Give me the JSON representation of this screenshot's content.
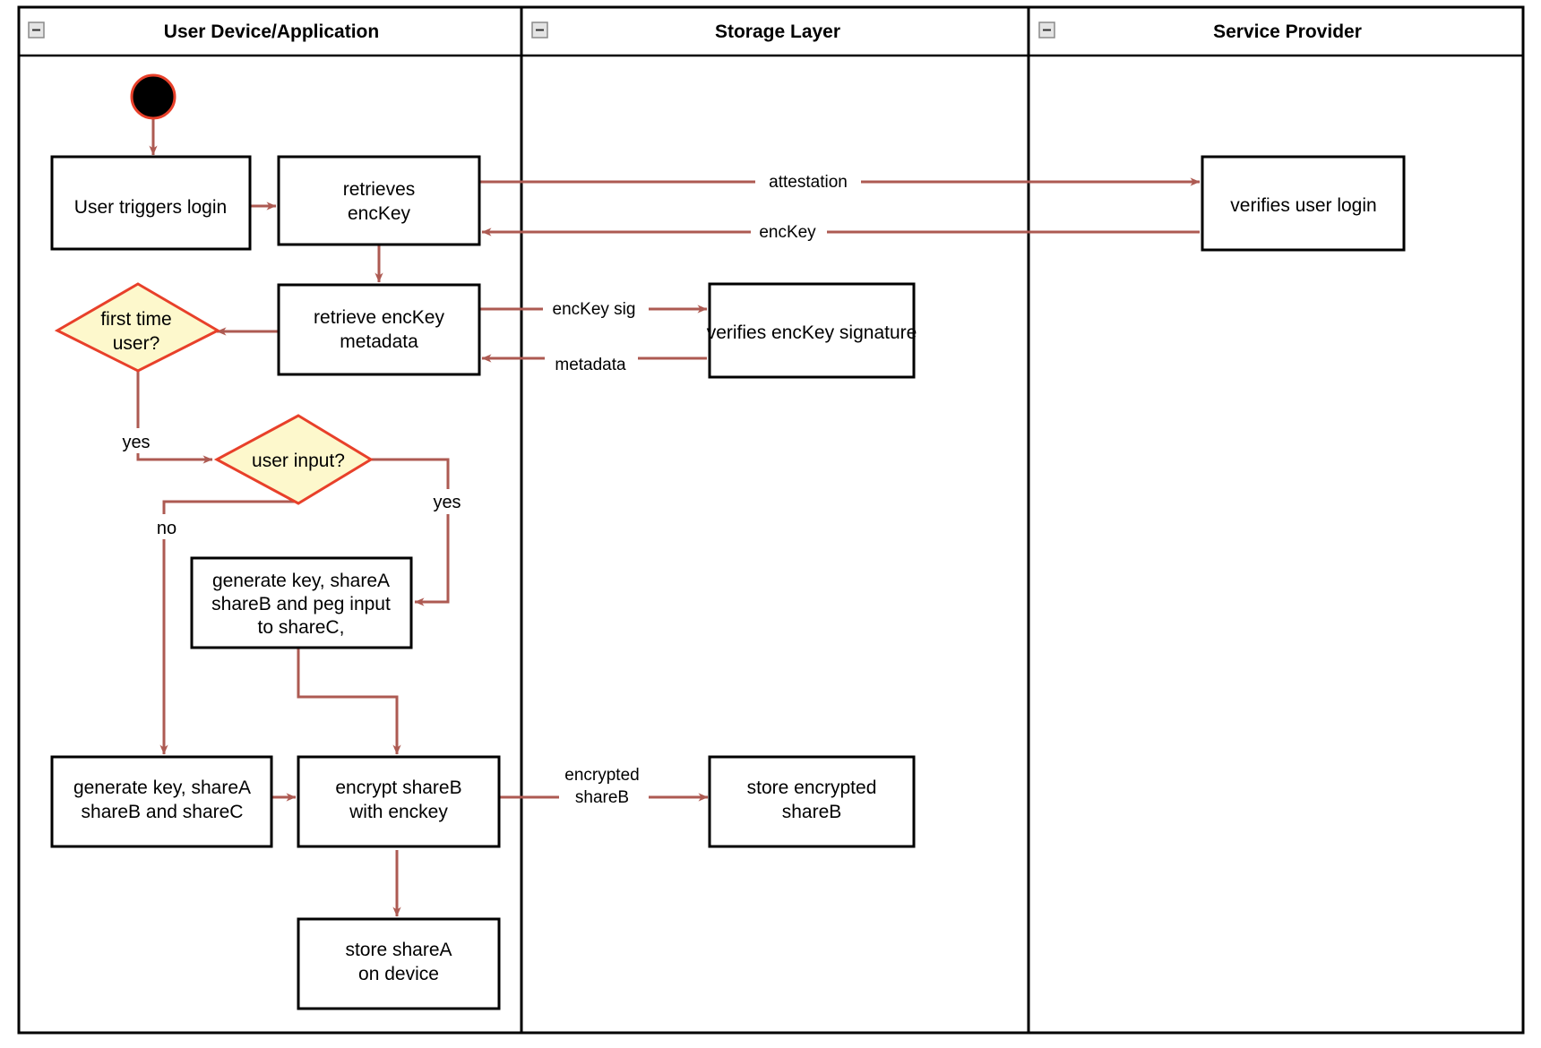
{
  "diagram": {
    "type": "uml-activity-swimlane",
    "title": "",
    "colors": {
      "flow_arrow": "#ad5a52",
      "decision_fill": "#fdf8cc",
      "decision_border": "#e8402a",
      "box_fill": "#ffffff",
      "box_border": "#000000",
      "start_node_fill": "#000000",
      "start_node_border": "#e8402a",
      "lane_border": "#000000",
      "collapse_icon_fill": "#e4e4e4"
    },
    "lanes": [
      {
        "id": "user-device",
        "label": "User Device/Application",
        "collapse_icon": "minus-icon"
      },
      {
        "id": "storage-layer",
        "label": "Storage Layer",
        "collapse_icon": "minus-icon"
      },
      {
        "id": "service-provider",
        "label": "Service Provider",
        "collapse_icon": "minus-icon"
      }
    ],
    "nodes": [
      {
        "id": "start",
        "lane": "user-device",
        "kind": "initial-node",
        "label": ""
      },
      {
        "id": "user-triggers-login",
        "lane": "user-device",
        "kind": "action",
        "label": "User triggers login",
        "lines": [
          "User triggers login"
        ]
      },
      {
        "id": "retrieves-enckey",
        "lane": "user-device",
        "kind": "action",
        "label": "retrieves encKey",
        "lines": [
          "retrieves",
          "encKey"
        ]
      },
      {
        "id": "retrieve-enckey-metadata",
        "lane": "user-device",
        "kind": "action",
        "label": "retrieve encKey metadata",
        "lines": [
          "retrieve encKey",
          "metadata"
        ]
      },
      {
        "id": "first-time-user",
        "lane": "user-device",
        "kind": "decision",
        "label": "first time user?",
        "lines": [
          "first time",
          "user?"
        ]
      },
      {
        "id": "user-input",
        "lane": "user-device",
        "kind": "decision",
        "label": "user input?",
        "lines": [
          "user input?"
        ]
      },
      {
        "id": "generate-peg",
        "lane": "user-device",
        "kind": "action",
        "label": "generate key, shareA shareB and peg input to shareC,",
        "lines": [
          "generate key, shareA",
          "shareB and peg input",
          "to shareC,"
        ]
      },
      {
        "id": "generate-shares",
        "lane": "user-device",
        "kind": "action",
        "label": "generate key, shareA shareB and shareC",
        "lines": [
          "generate key, shareA",
          "shareB and shareC"
        ]
      },
      {
        "id": "encrypt-shareb",
        "lane": "user-device",
        "kind": "action",
        "label": "encrypt shareB with enckey",
        "lines": [
          "encrypt shareB",
          "with enckey"
        ]
      },
      {
        "id": "store-sharea",
        "lane": "user-device",
        "kind": "action",
        "label": "store shareA on device",
        "lines": [
          "store shareA",
          "on device"
        ]
      },
      {
        "id": "verifies-enckey-signature",
        "lane": "storage-layer",
        "kind": "action",
        "label": "verifies encKey signature",
        "lines": [
          "verifies encKey signature"
        ]
      },
      {
        "id": "store-encrypted-shareb",
        "lane": "storage-layer",
        "kind": "action",
        "label": "store encrypted shareB",
        "lines": [
          "store encrypted",
          "shareB"
        ]
      },
      {
        "id": "verifies-user-login",
        "lane": "service-provider",
        "kind": "action",
        "label": "verifies user login",
        "lines": [
          "verifies user login"
        ]
      }
    ],
    "edges": [
      {
        "from": "start",
        "to": "user-triggers-login",
        "label": ""
      },
      {
        "from": "user-triggers-login",
        "to": "retrieves-enckey",
        "label": ""
      },
      {
        "from": "retrieves-enckey",
        "to": "verifies-user-login",
        "label": "attestation"
      },
      {
        "from": "verifies-user-login",
        "to": "retrieves-enckey",
        "label": "encKey"
      },
      {
        "from": "retrieves-enckey",
        "to": "retrieve-enckey-metadata",
        "label": ""
      },
      {
        "from": "retrieve-enckey-metadata",
        "to": "verifies-enckey-signature",
        "label": "encKey sig"
      },
      {
        "from": "verifies-enckey-signature",
        "to": "retrieve-enckey-metadata",
        "label": "metadata"
      },
      {
        "from": "retrieve-enckey-metadata",
        "to": "first-time-user",
        "label": ""
      },
      {
        "from": "first-time-user",
        "to": "user-input",
        "label": "yes"
      },
      {
        "from": "user-input",
        "to": "generate-shares",
        "label": "no"
      },
      {
        "from": "user-input",
        "to": "generate-peg",
        "label": "yes"
      },
      {
        "from": "generate-peg",
        "to": "encrypt-shareb",
        "label": ""
      },
      {
        "from": "generate-shares",
        "to": "encrypt-shareb",
        "label": ""
      },
      {
        "from": "encrypt-shareb",
        "to": "store-encrypted-shareb",
        "label": "encrypted shareB",
        "label_lines": [
          "encrypted",
          "shareB"
        ]
      },
      {
        "from": "encrypt-shareb",
        "to": "store-sharea",
        "label": ""
      }
    ],
    "edge_labels": {
      "attestation": "attestation",
      "enckey": "encKey",
      "enckey_sig": "encKey sig",
      "metadata": "metadata",
      "encrypted_line1": "encrypted",
      "encrypted_line2": "shareB",
      "yes_first": "yes",
      "yes_userinput": "yes",
      "no_userinput": "no"
    }
  }
}
